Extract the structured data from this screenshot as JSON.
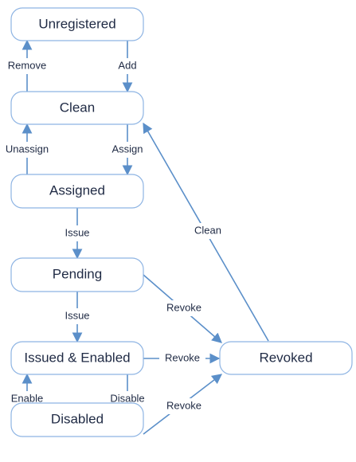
{
  "colors": {
    "node_border": "#8eb4e3",
    "arrow": "#5b8fc9",
    "text": "#1f2a44",
    "background": "#ffffff"
  },
  "states": {
    "unregistered": "Unregistered",
    "clean": "Clean",
    "assigned": "Assigned",
    "pending": "Pending",
    "issued_enabled": "Issued & Enabled",
    "disabled": "Disabled",
    "revoked": "Revoked"
  },
  "transitions": {
    "remove": "Remove",
    "add": "Add",
    "unassign": "Unassign",
    "assign": "Assign",
    "issue_1": "Issue",
    "issue_2": "Issue",
    "enable": "Enable",
    "disable": "Disable",
    "revoke_pending": "Revoke",
    "revoke_issued": "Revoke",
    "revoke_disabled": "Revoke",
    "clean_revoked": "Clean"
  }
}
